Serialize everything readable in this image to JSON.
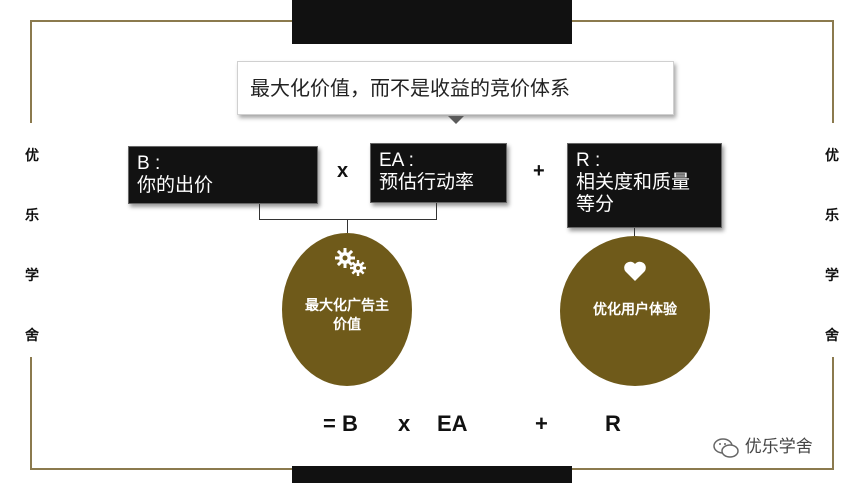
{
  "title": "最大化价值，而不是收益的竞价体系",
  "side_label": [
    "优",
    "乐",
    "学",
    "舍"
  ],
  "terms": {
    "b": {
      "line1": "B :",
      "line2": "你的出价"
    },
    "ea": {
      "line1": "EA :",
      "line2": "预估行动率"
    },
    "r": {
      "line1": "R :",
      "line2": "相关度和质量",
      "line3": "等分"
    }
  },
  "operators": {
    "multiply": "x",
    "plus": "+"
  },
  "circles": {
    "left": {
      "line1": "最大化广告主",
      "line2": "价值",
      "icon": "gears-icon"
    },
    "right": {
      "text": "优化用户体验",
      "icon": "heart-icon"
    }
  },
  "equation": {
    "eq": "= B",
    "x": "x",
    "ea": "EA",
    "plus": "+",
    "r": "R"
  },
  "watermark": "优乐学舍",
  "colors": {
    "gold_frame": "#8b7a4e",
    "circle_fill": "#6f5a1a",
    "box_fill": "#121212"
  }
}
